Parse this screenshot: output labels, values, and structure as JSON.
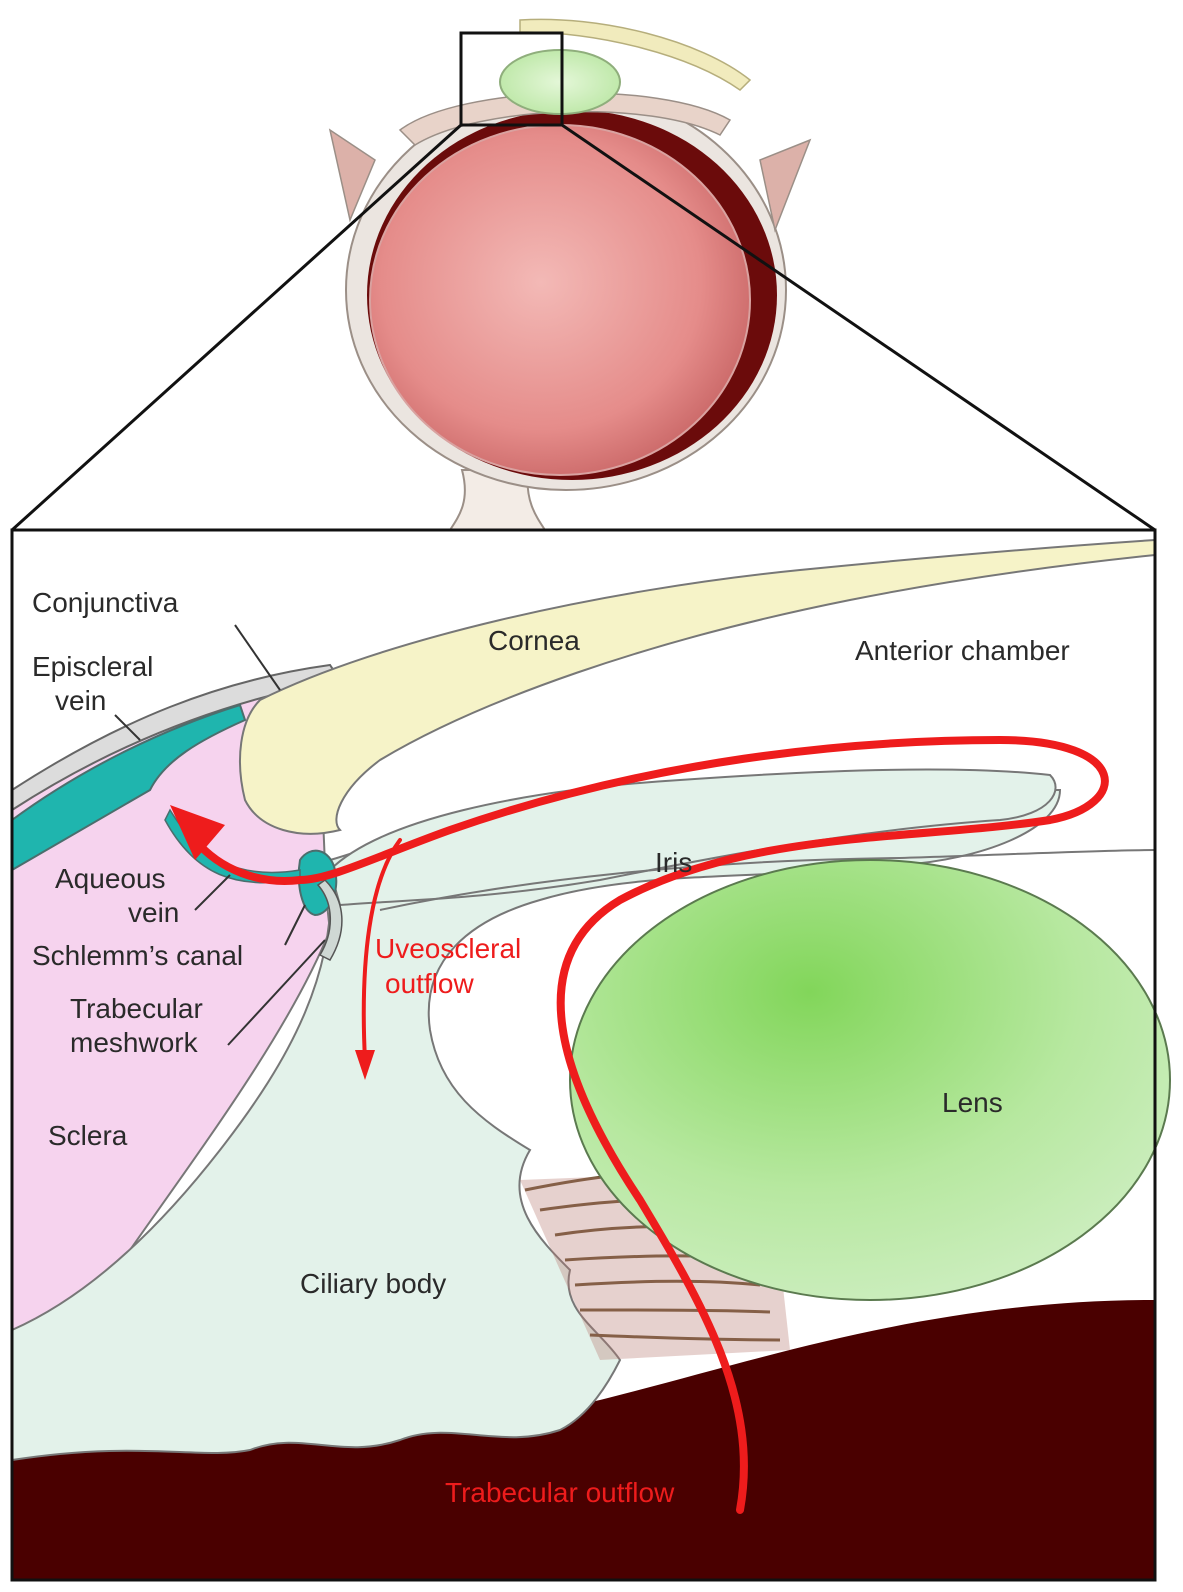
{
  "labels": {
    "conjunctiva": "Conjunctiva",
    "episcleral_vein_1": "Episcleral",
    "episcleral_vein_2": "vein",
    "cornea": "Cornea",
    "anterior_chamber": "Anterior chamber",
    "aqueous_vein_1": "Aqueous",
    "aqueous_vein_2": "vein",
    "iris": "Iris",
    "schlemms_canal": "Schlemm’s canal",
    "uveoscleral_1": "Uveoscleral",
    "uveoscleral_2": "outflow",
    "trabecular_meshwork_1": "Trabecular",
    "trabecular_meshwork_2": "meshwork",
    "sclera": "Sclera",
    "lens": "Lens",
    "ciliary_body": "Ciliary body",
    "trabecular_outflow": "Trabecular outflow"
  },
  "colors": {
    "outflow_arrow": "#ee1c1c",
    "cornea": "#f6f3c8",
    "sclera": "#f6d3ee",
    "ciliary_iris": "#e3f2ea",
    "lens": "#a9e08a",
    "choroid": "#4a0000",
    "vein": "#1fb5ae"
  }
}
